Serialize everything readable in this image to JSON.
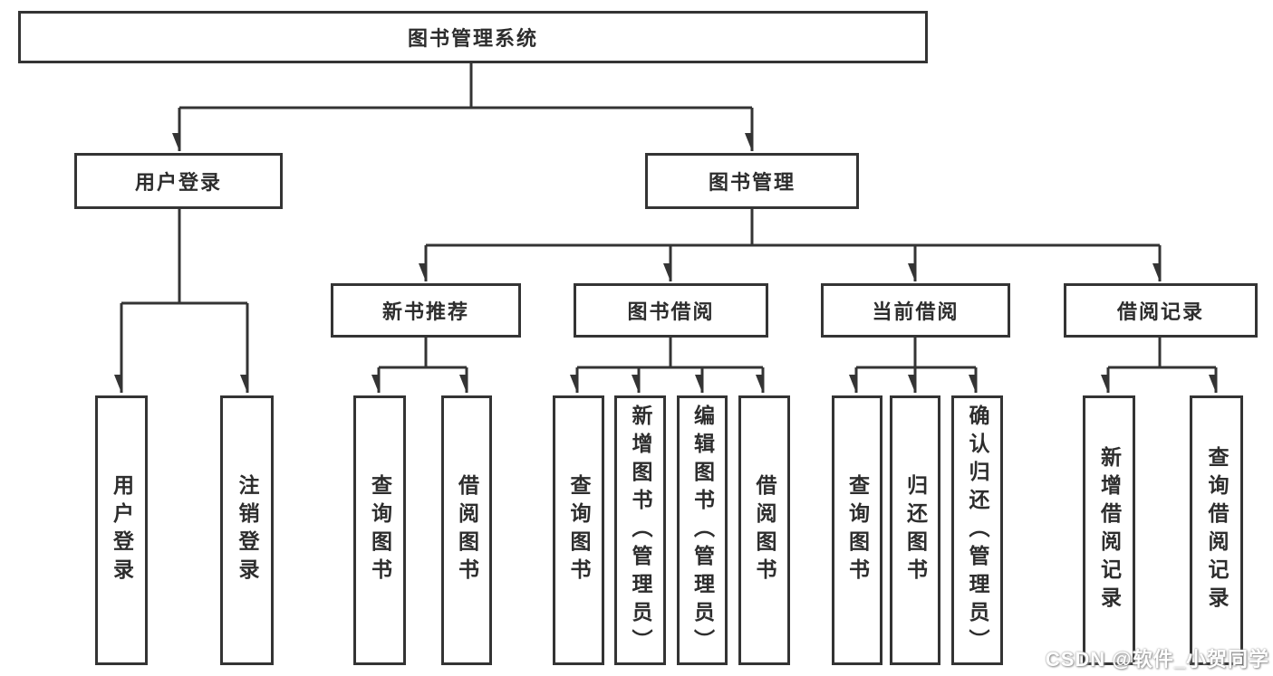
{
  "diagram": {
    "root": {
      "label": "图书管理系统"
    },
    "user_login": {
      "label": "用户登录",
      "children": [
        {
          "label": "用户登录"
        },
        {
          "label": "注销登录"
        }
      ]
    },
    "book_management": {
      "label": "图书管理",
      "sections": [
        {
          "label": "新书推荐",
          "children": [
            {
              "label": "查询图书"
            },
            {
              "label": "借阅图书"
            }
          ]
        },
        {
          "label": "图书借阅",
          "children": [
            {
              "label": "查询图书"
            },
            {
              "label": "新增图书（管理员）"
            },
            {
              "label": "编辑图书（管理员）"
            },
            {
              "label": "借阅图书"
            }
          ]
        },
        {
          "label": "当前借阅",
          "children": [
            {
              "label": "查询图书"
            },
            {
              "label": "归还图书"
            },
            {
              "label": "确认归还（管理员）"
            }
          ]
        },
        {
          "label": "借阅记录",
          "children": [
            {
              "label": "新增借阅记录"
            },
            {
              "label": "查询借阅记录"
            }
          ]
        }
      ]
    }
  },
  "watermark": {
    "text": "CSDN @软件_小贺同学"
  },
  "colors": {
    "line": "#333333",
    "text": "#2d2d2d",
    "background": "#ffffff"
  }
}
